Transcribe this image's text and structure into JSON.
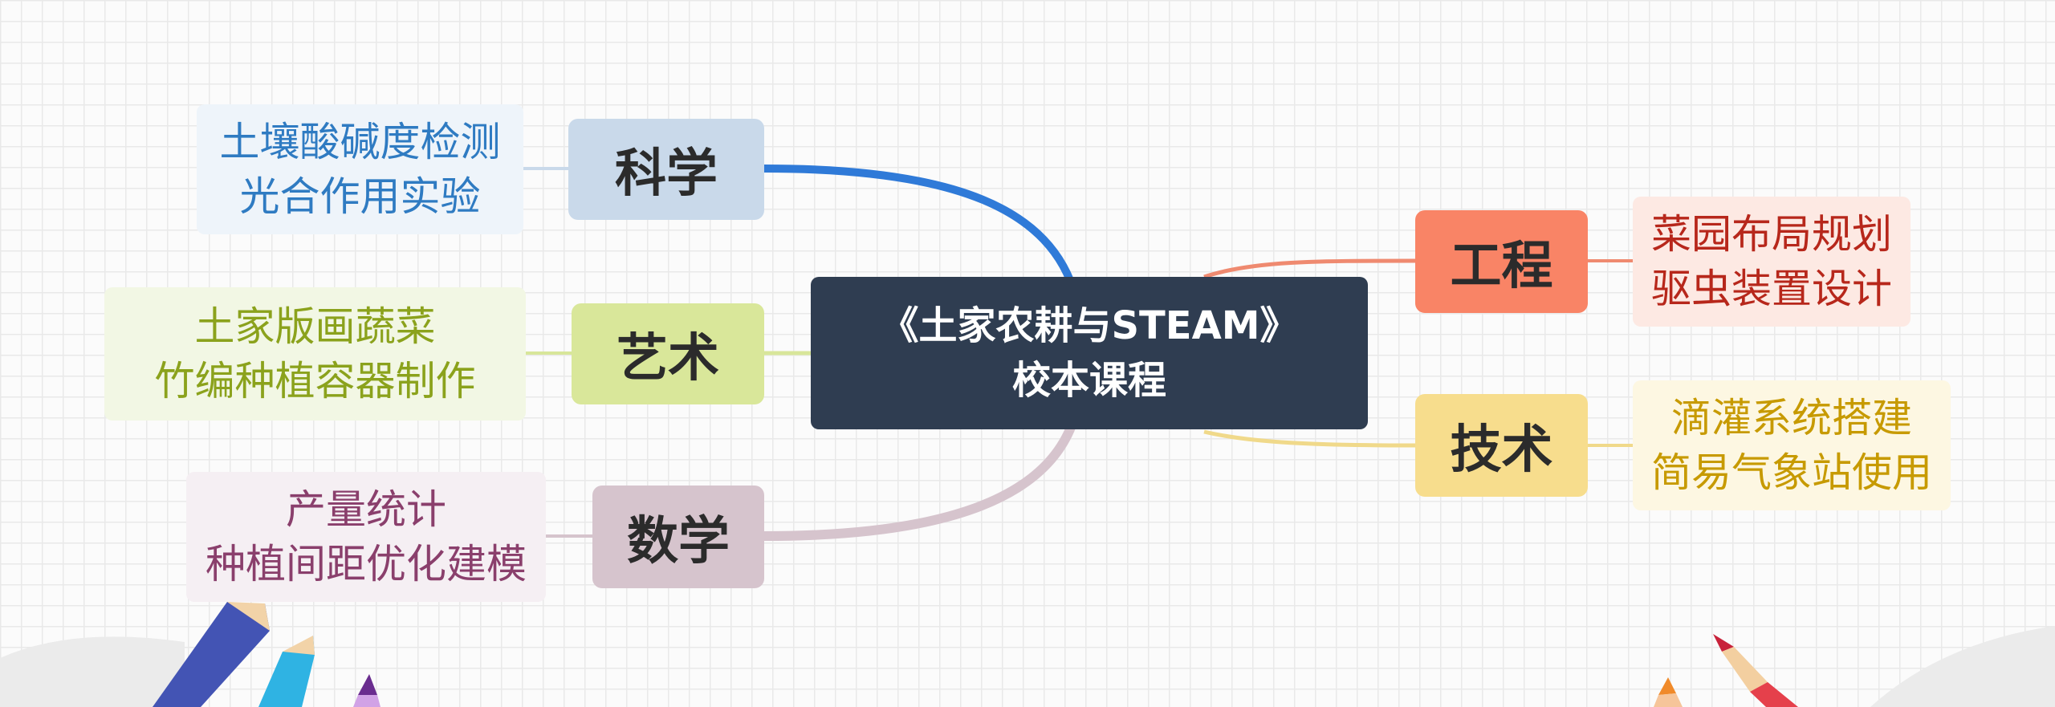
{
  "center": {
    "line1": "《土家农耕与STEAM》",
    "line2": "校本课程"
  },
  "branches": {
    "science": {
      "label": "科学",
      "items": [
        "土壤酸碱度检测",
        "光合作用实验"
      ],
      "node_color": "#c9d9ea",
      "text_color": "#2f7bc2",
      "leaf_bg": "#eef4fa",
      "line_color": "#2f7ad8"
    },
    "art": {
      "label": "艺术",
      "items": [
        "土家版画蔬菜",
        "竹编种植容器制作"
      ],
      "node_color": "#d9e79a",
      "text_color": "#8ba21c",
      "leaf_bg": "#f2f7e4",
      "line_color": "#d8e69a"
    },
    "math": {
      "label": "数学",
      "items": [
        "产量统计",
        "种植间距优化建模"
      ],
      "node_color": "#d6c4cd",
      "text_color": "#8a3f6c",
      "leaf_bg": "#f5eff3",
      "line_color": "#d6c4cd"
    },
    "engineering": {
      "label": "工程",
      "items": [
        "菜园布局规划",
        "驱虫装置设计"
      ],
      "node_color": "#f98466",
      "text_color": "#b7271b",
      "leaf_bg": "#fde9e3",
      "line_color": "#ef8a70"
    },
    "technology": {
      "label": "技术",
      "items": [
        "滴灌系统搭建",
        "简易气象站使用"
      ],
      "node_color": "#f7dd8d",
      "text_color": "#c79a00",
      "leaf_bg": "#fdf7e2",
      "line_color": "#f0d98a"
    }
  }
}
